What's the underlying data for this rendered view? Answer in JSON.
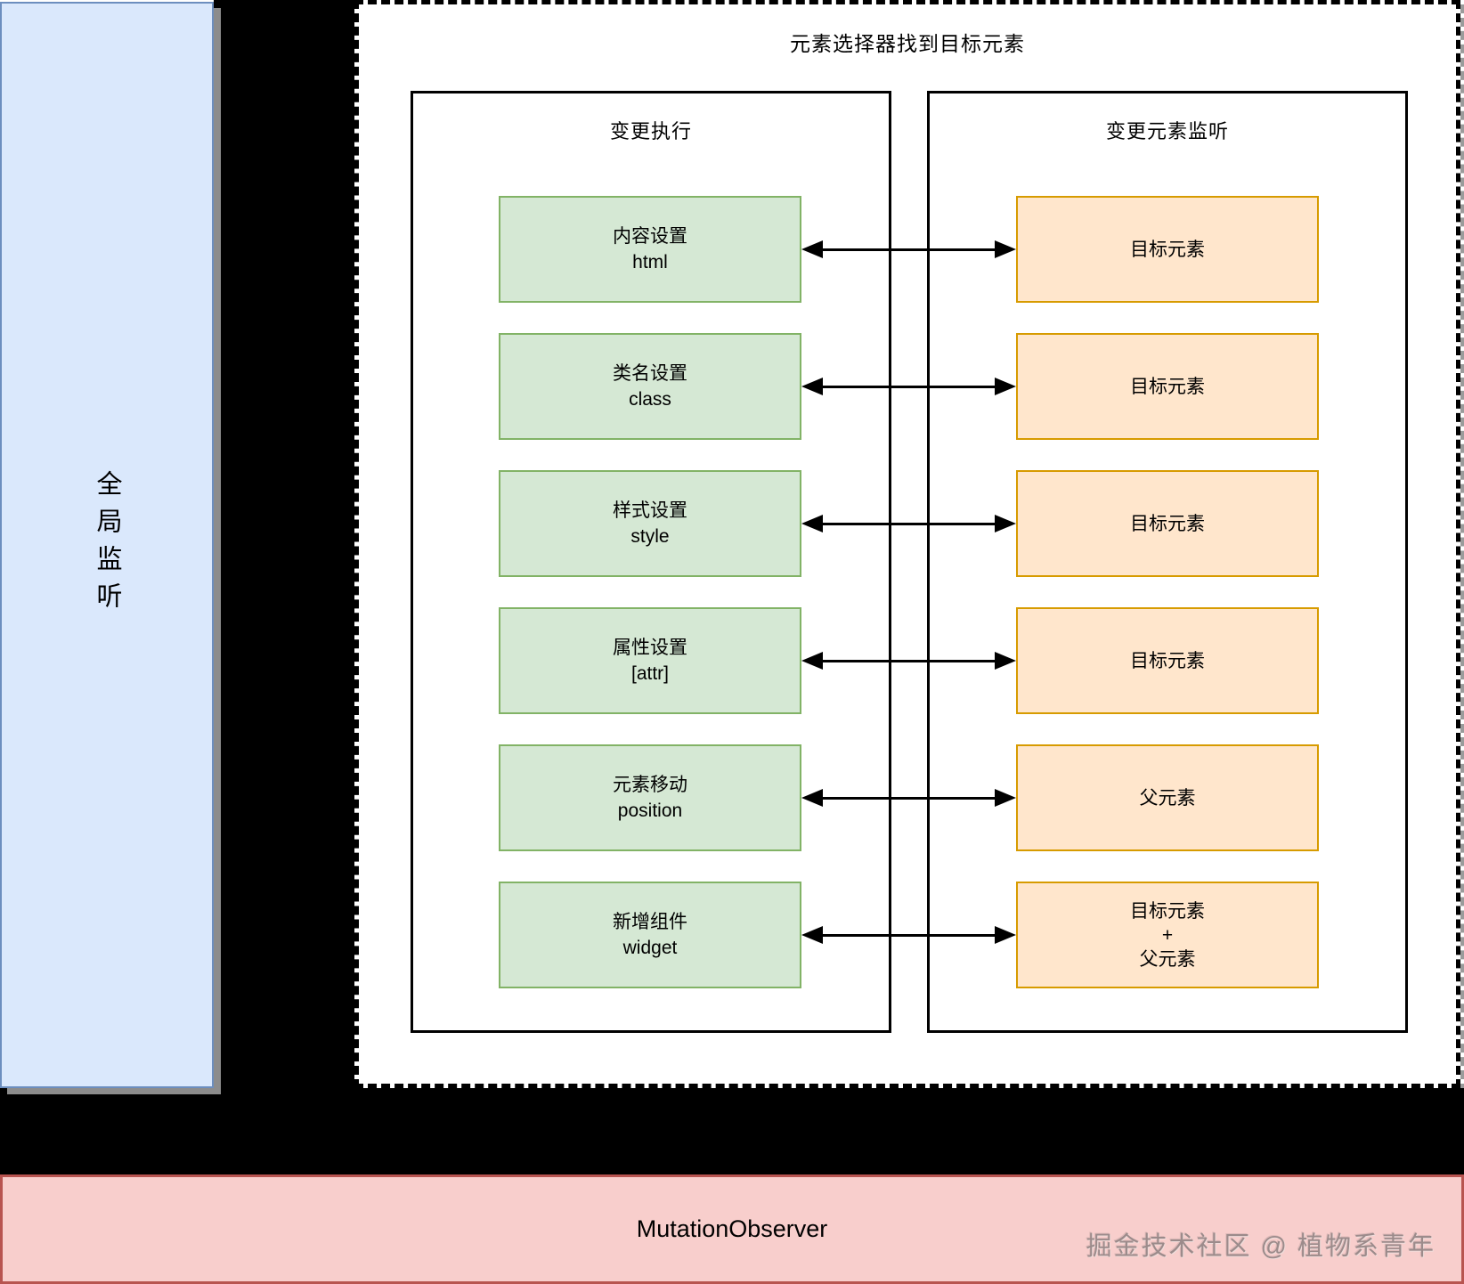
{
  "page": {
    "outer_title": "元素选择器找到目标元素",
    "left_panel": {
      "label": "全局监听"
    },
    "columns": {
      "exec": {
        "title": "变更执行"
      },
      "listen": {
        "title": "变更元素监听"
      }
    },
    "rows": [
      {
        "exec_line1": "内容设置",
        "exec_line2": "html",
        "listen_line1": "目标元素"
      },
      {
        "exec_line1": "类名设置",
        "exec_line2": "class",
        "listen_line1": "目标元素"
      },
      {
        "exec_line1": "样式设置",
        "exec_line2": "style",
        "listen_line1": "目标元素"
      },
      {
        "exec_line1": "属性设置",
        "exec_line2": "[attr]",
        "listen_line1": "目标元素"
      },
      {
        "exec_line1": "元素移动",
        "exec_line2": "position",
        "listen_line1": "父元素"
      },
      {
        "exec_line1": "新增组件",
        "exec_line2": "widget",
        "listen_line1": "目标元素",
        "listen_line2": "+",
        "listen_line3": "父元素"
      }
    ],
    "footer": {
      "label": "MutationObserver"
    },
    "watermark": "掘金技术社区 @ 植物系青年",
    "colors": {
      "blue_fill": "#dae8fc",
      "blue_border": "#6c8ebf",
      "green_fill": "#d5e8d4",
      "green_border": "#82b366",
      "orange_fill": "#ffe6cc",
      "orange_border": "#d79b00",
      "pink_fill": "#f8cecc",
      "pink_border": "#b85450",
      "shadow_gray": "#8c8c8c"
    }
  }
}
